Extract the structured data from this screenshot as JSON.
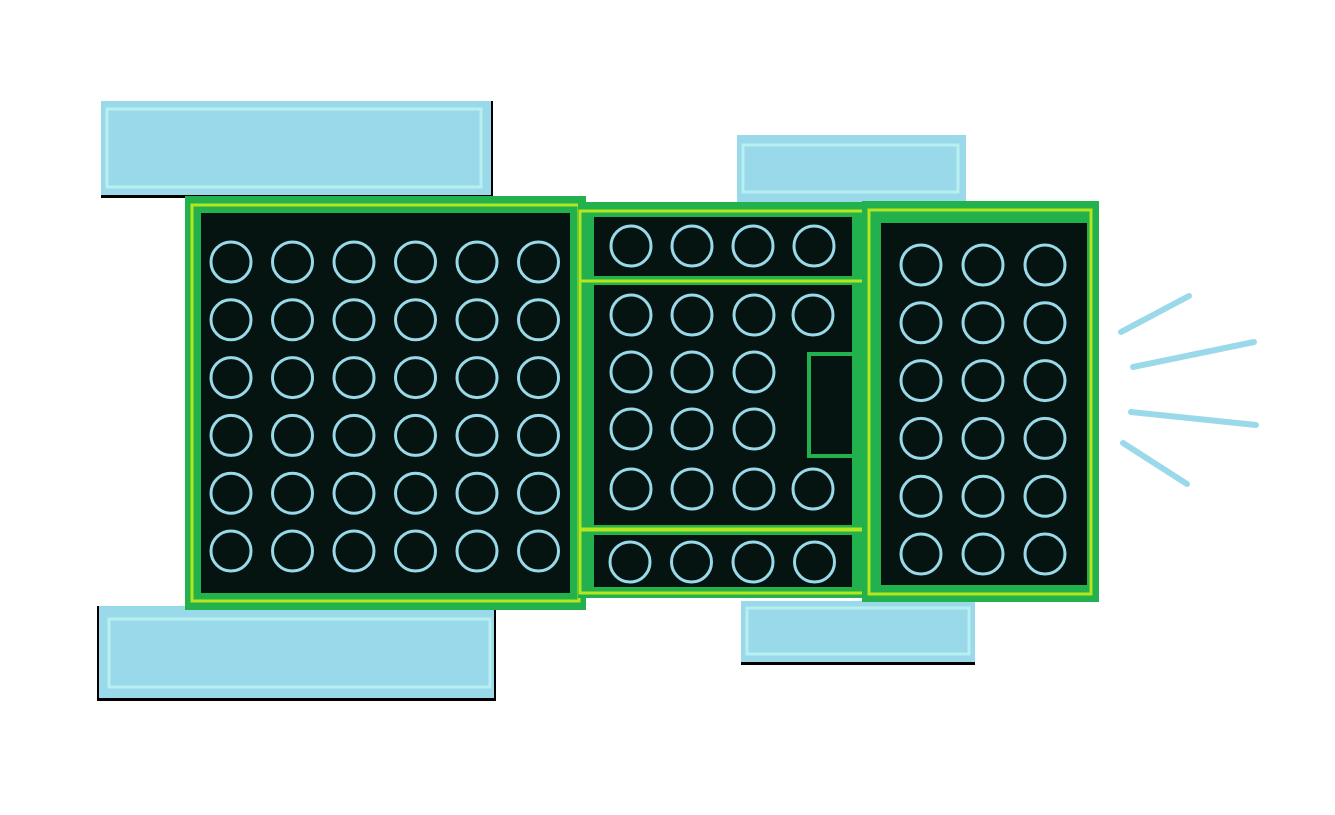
{
  "colors": {
    "background": "#ffffff",
    "panel_fill": "#051410",
    "panel_frame": "#22b14c",
    "panel_trim": "#b5e61d",
    "stud": "#99d9ea",
    "wheel_fill": "#99d9ea",
    "wheel_inner": "#b8f0f0",
    "wheel_shadow": "#000000",
    "lines": "#99d9ea"
  },
  "icons": [
    "toy-car-icon",
    "wheel-icon",
    "stud-icon",
    "motion-lines-icon"
  ],
  "grids": {
    "rear_block": {
      "rows": 6,
      "cols": 6
    },
    "middle_top_strip": {
      "rows": 1,
      "cols": 4
    },
    "middle_center": {
      "row_counts": [
        4,
        3,
        3,
        4
      ]
    },
    "middle_bottom_strip": {
      "rows": 1,
      "cols": 4
    },
    "front_block": {
      "rows": 6,
      "cols": 3
    }
  }
}
